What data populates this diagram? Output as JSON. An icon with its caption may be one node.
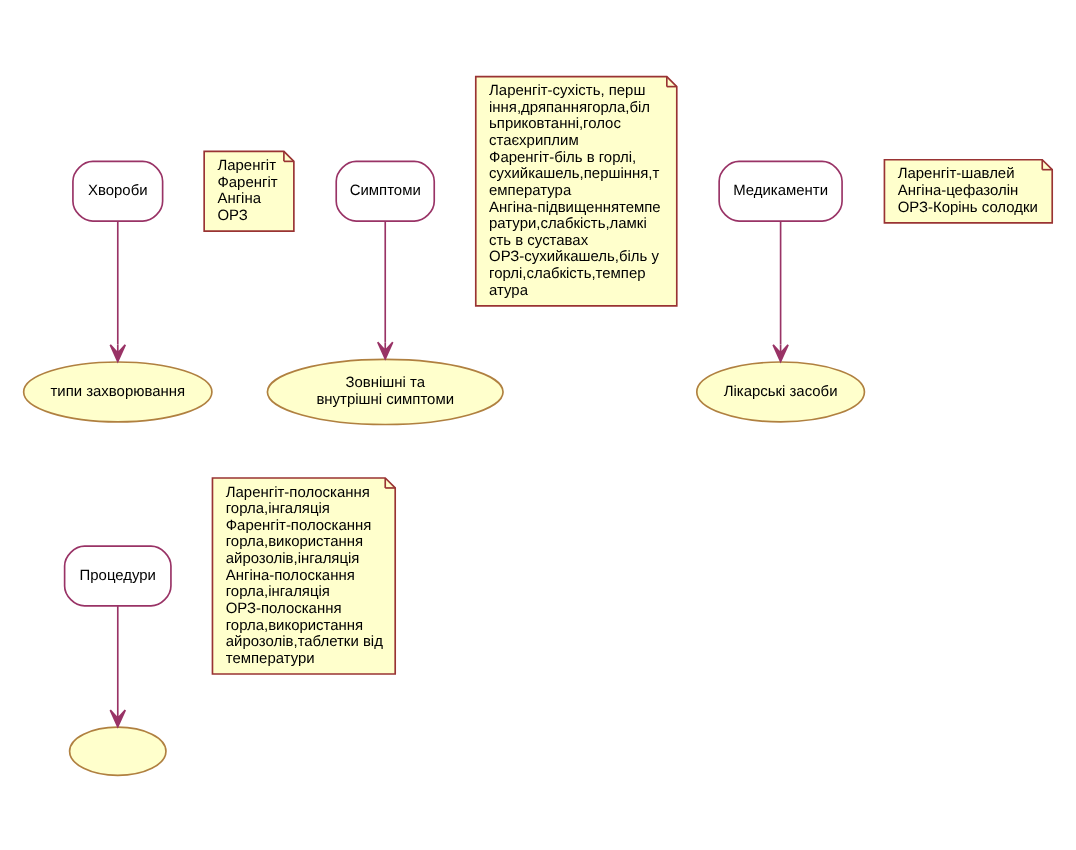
{
  "diagram": {
    "nodes": [
      {
        "text": [
          "Хвороби"
        ]
      },
      {
        "text": [
          "Ларенгіт",
          "Фаренгіт",
          "Ангіна",
          "ОРЗ"
        ]
      },
      {
        "text": [
          "типи захворювання"
        ]
      },
      {
        "text": [
          "Симптоми"
        ]
      },
      {
        "text": [
          "Зовнішні та внутрішні симптоми"
        ]
      },
      {
        "text": [
          "Ларенгіт-сухість, першіння,дряпаннягорла,більприковтанні,голос стаєхриплим",
          "Фаренгіт-біль в горлі,сухийкашель,першіння,температура",
          "Ангіна-підвищеннятемператури,слабкість,ламкість в суставах",
          "ОРЗ-сухийкашель,біль у горлі,слабкість,температура"
        ]
      },
      {
        "text": [
          "Медикаменти"
        ]
      },
      {
        "text": [
          "Лікарські засоби"
        ]
      },
      {
        "text": [
          "Ларенгіт-шавлей",
          "Ангіна-цефазолін",
          "ОРЗ-Корінь солодки"
        ]
      },
      {
        "text": [
          "Процедури"
        ]
      },
      {
        "text": [
          "Ларенгіт-полоскання горла,інгаляція",
          "Фаренгіт-полоскання горла,використання айрозолів,інгаляція",
          "Ангіна-полоскання горла,інгаляція",
          "ОРЗ-полоскання горла,використання айрозолів,таблетки від температури"
        ]
      },
      {
        "text": [],
        "shape": "ellipse"
      }
    ],
    "edges": [
      {
        "from": 0,
        "to": 2,
        "arrow": "to"
      },
      {
        "from": 3,
        "to": 4,
        "arrow": "to"
      },
      {
        "from": 6,
        "to": 7,
        "arrow": "to"
      },
      {
        "from": 9,
        "to": 11,
        "arrow": "to"
      }
    ]
  }
}
